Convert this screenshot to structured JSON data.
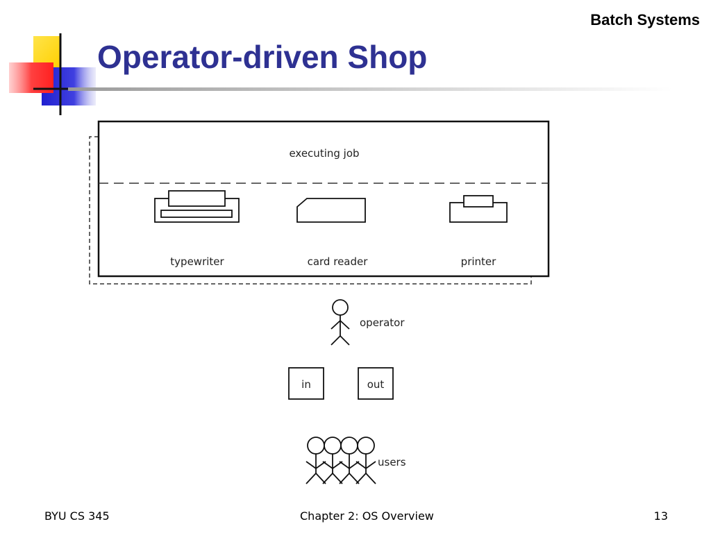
{
  "header": {
    "section": "Batch Systems",
    "title": "Operator-driven Shop"
  },
  "diagram": {
    "executing_job": "executing job",
    "typewriter": "typewriter",
    "card_reader": "card reader",
    "printer": "printer",
    "operator": "operator",
    "in_box": "in",
    "out_box": "out",
    "users": "users"
  },
  "footer": {
    "left": "BYU CS 345",
    "center": "Chapter 2: OS Overview",
    "page_number": "13"
  },
  "colors": {
    "title": "#2e3192",
    "deco_yellow": "#ffd700",
    "deco_red": "#ff3b3b",
    "deco_blue": "#2b2bd6"
  }
}
